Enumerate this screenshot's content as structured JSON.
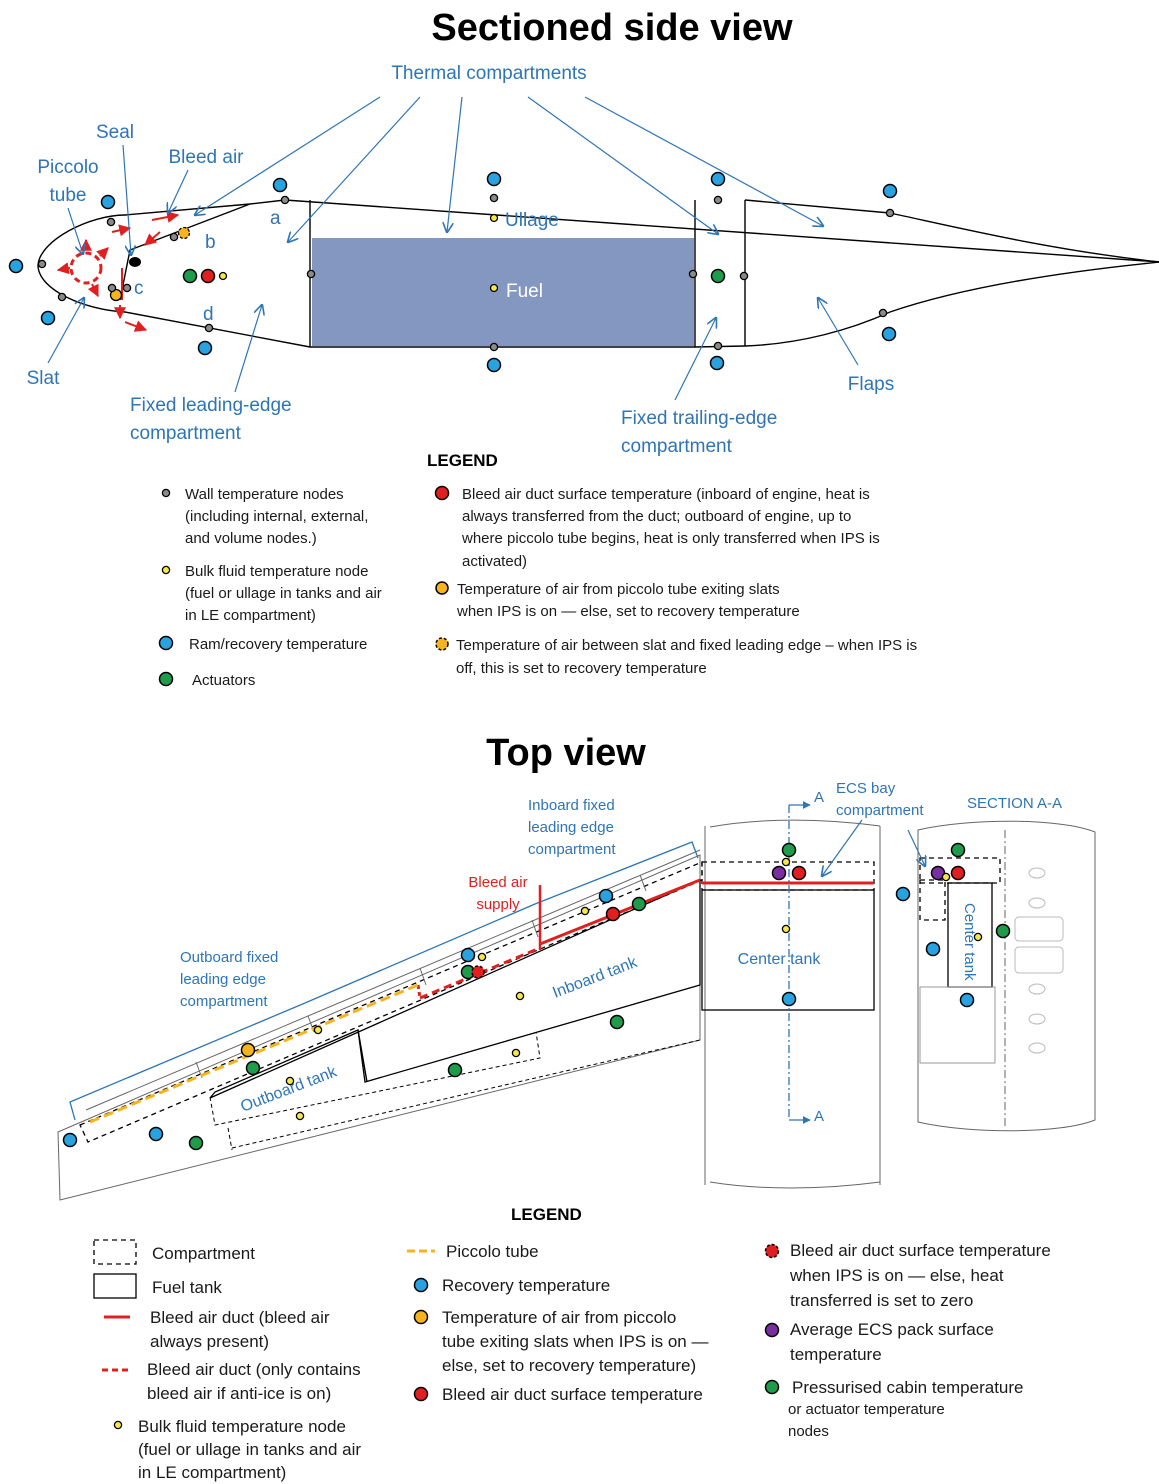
{
  "side_view": {
    "title": "Sectioned side view",
    "labels": {
      "thermal_compartments": "Thermal compartments",
      "seal": "Seal",
      "piccolo_tube_1": "Piccolo",
      "piccolo_tube_2": "tube",
      "bleed_air": "Bleed air",
      "slat": "Slat",
      "fixed_le_1": "Fixed leading-edge",
      "fixed_le_2": "compartment",
      "fixed_te_1": "Fixed trailing-edge",
      "fixed_te_2": "compartment",
      "flaps": "Flaps",
      "ullage": "Ullage",
      "fuel": "Fuel",
      "a": "a",
      "b": "b",
      "c": "c",
      "d": "d"
    },
    "legend": {
      "title": "LEGEND",
      "wall": [
        "Wall temperature nodes",
        "(including internal, external,",
        "and volume nodes.)"
      ],
      "bulk": [
        "Bulk fluid temperature node",
        "(fuel or ullage in tanks and air",
        "in LE compartment)"
      ],
      "ram": "Ram/recovery temperature",
      "actuators": "Actuators",
      "bleed_duct": [
        "Bleed air duct surface temperature (inboard of engine, heat is",
        "always transferred from the duct; outboard of engine, up to",
        "where piccolo tube begins, heat is only transferred when IPS is",
        "activated)"
      ],
      "piccolo_air": [
        "Temperature of air from piccolo tube exiting slats",
        "when IPS is on — else, set to recovery temperature"
      ],
      "slat_air": [
        "Temperature of air between slat and fixed leading edge – when IPS is",
        "off, this is set to recovery temperature"
      ]
    }
  },
  "top_view": {
    "title": "Top view",
    "labels": {
      "inboard_fixed_1": "Inboard fixed",
      "inboard_fixed_2": "leading edge",
      "inboard_fixed_3": "compartment",
      "outboard_fixed_1": "Outboard fixed",
      "outboard_fixed_2": "leading edge",
      "outboard_fixed_3": "compartment",
      "bleed_supply_1": "Bleed air",
      "bleed_supply_2": "supply",
      "ecs_1": "ECS bay",
      "ecs_2": "compartment",
      "section": "SECTION A-A",
      "center_tank": "Center tank",
      "center_tank_vert": "Center tank",
      "inboard_tank": "Inboard tank",
      "outboard_tank": "Outboard tank",
      "a_top": "A",
      "a_bottom": "A"
    },
    "legend": {
      "title": "LEGEND",
      "compartment": "Compartment",
      "fuel_tank": "Fuel tank",
      "duct_always": [
        "Bleed air duct (bleed air",
        "always present)"
      ],
      "duct_anti_ice": [
        "Bleed air duct (only contains",
        "bleed air if anti-ice is on)"
      ],
      "bulk": [
        "Bulk fluid temperature node",
        "(fuel or ullage in tanks and air",
        "in LE compartment)"
      ],
      "piccolo": "Piccolo tube",
      "recovery": "Recovery temperature",
      "piccolo_air": [
        "Temperature of air from piccolo",
        "tube exiting slats when IPS is on —",
        "else, set to recovery temperature)"
      ],
      "duct_surface": "Bleed air duct surface temperature",
      "duct_surface_ips": [
        "Bleed air duct surface temperature",
        "when IPS is on — else, heat",
        "transferred is set to zero"
      ],
      "ecs_pack": [
        "Average ECS pack surface",
        "temperature"
      ],
      "cabin": [
        "Pressurised cabin temperature",
        "or actuator temperature",
        "nodes"
      ]
    }
  },
  "colors": {
    "recovery": "#29a3e0",
    "actuator": "#1f9c4b",
    "bleed": "#e02020",
    "piccolo": "#f5b41e",
    "bulk": "#f7e84a",
    "ecs": "#7a2fa0",
    "wall": "#8a8a8a",
    "fuel_fill": "#8497c0",
    "label_blue": "#2e75b6"
  }
}
